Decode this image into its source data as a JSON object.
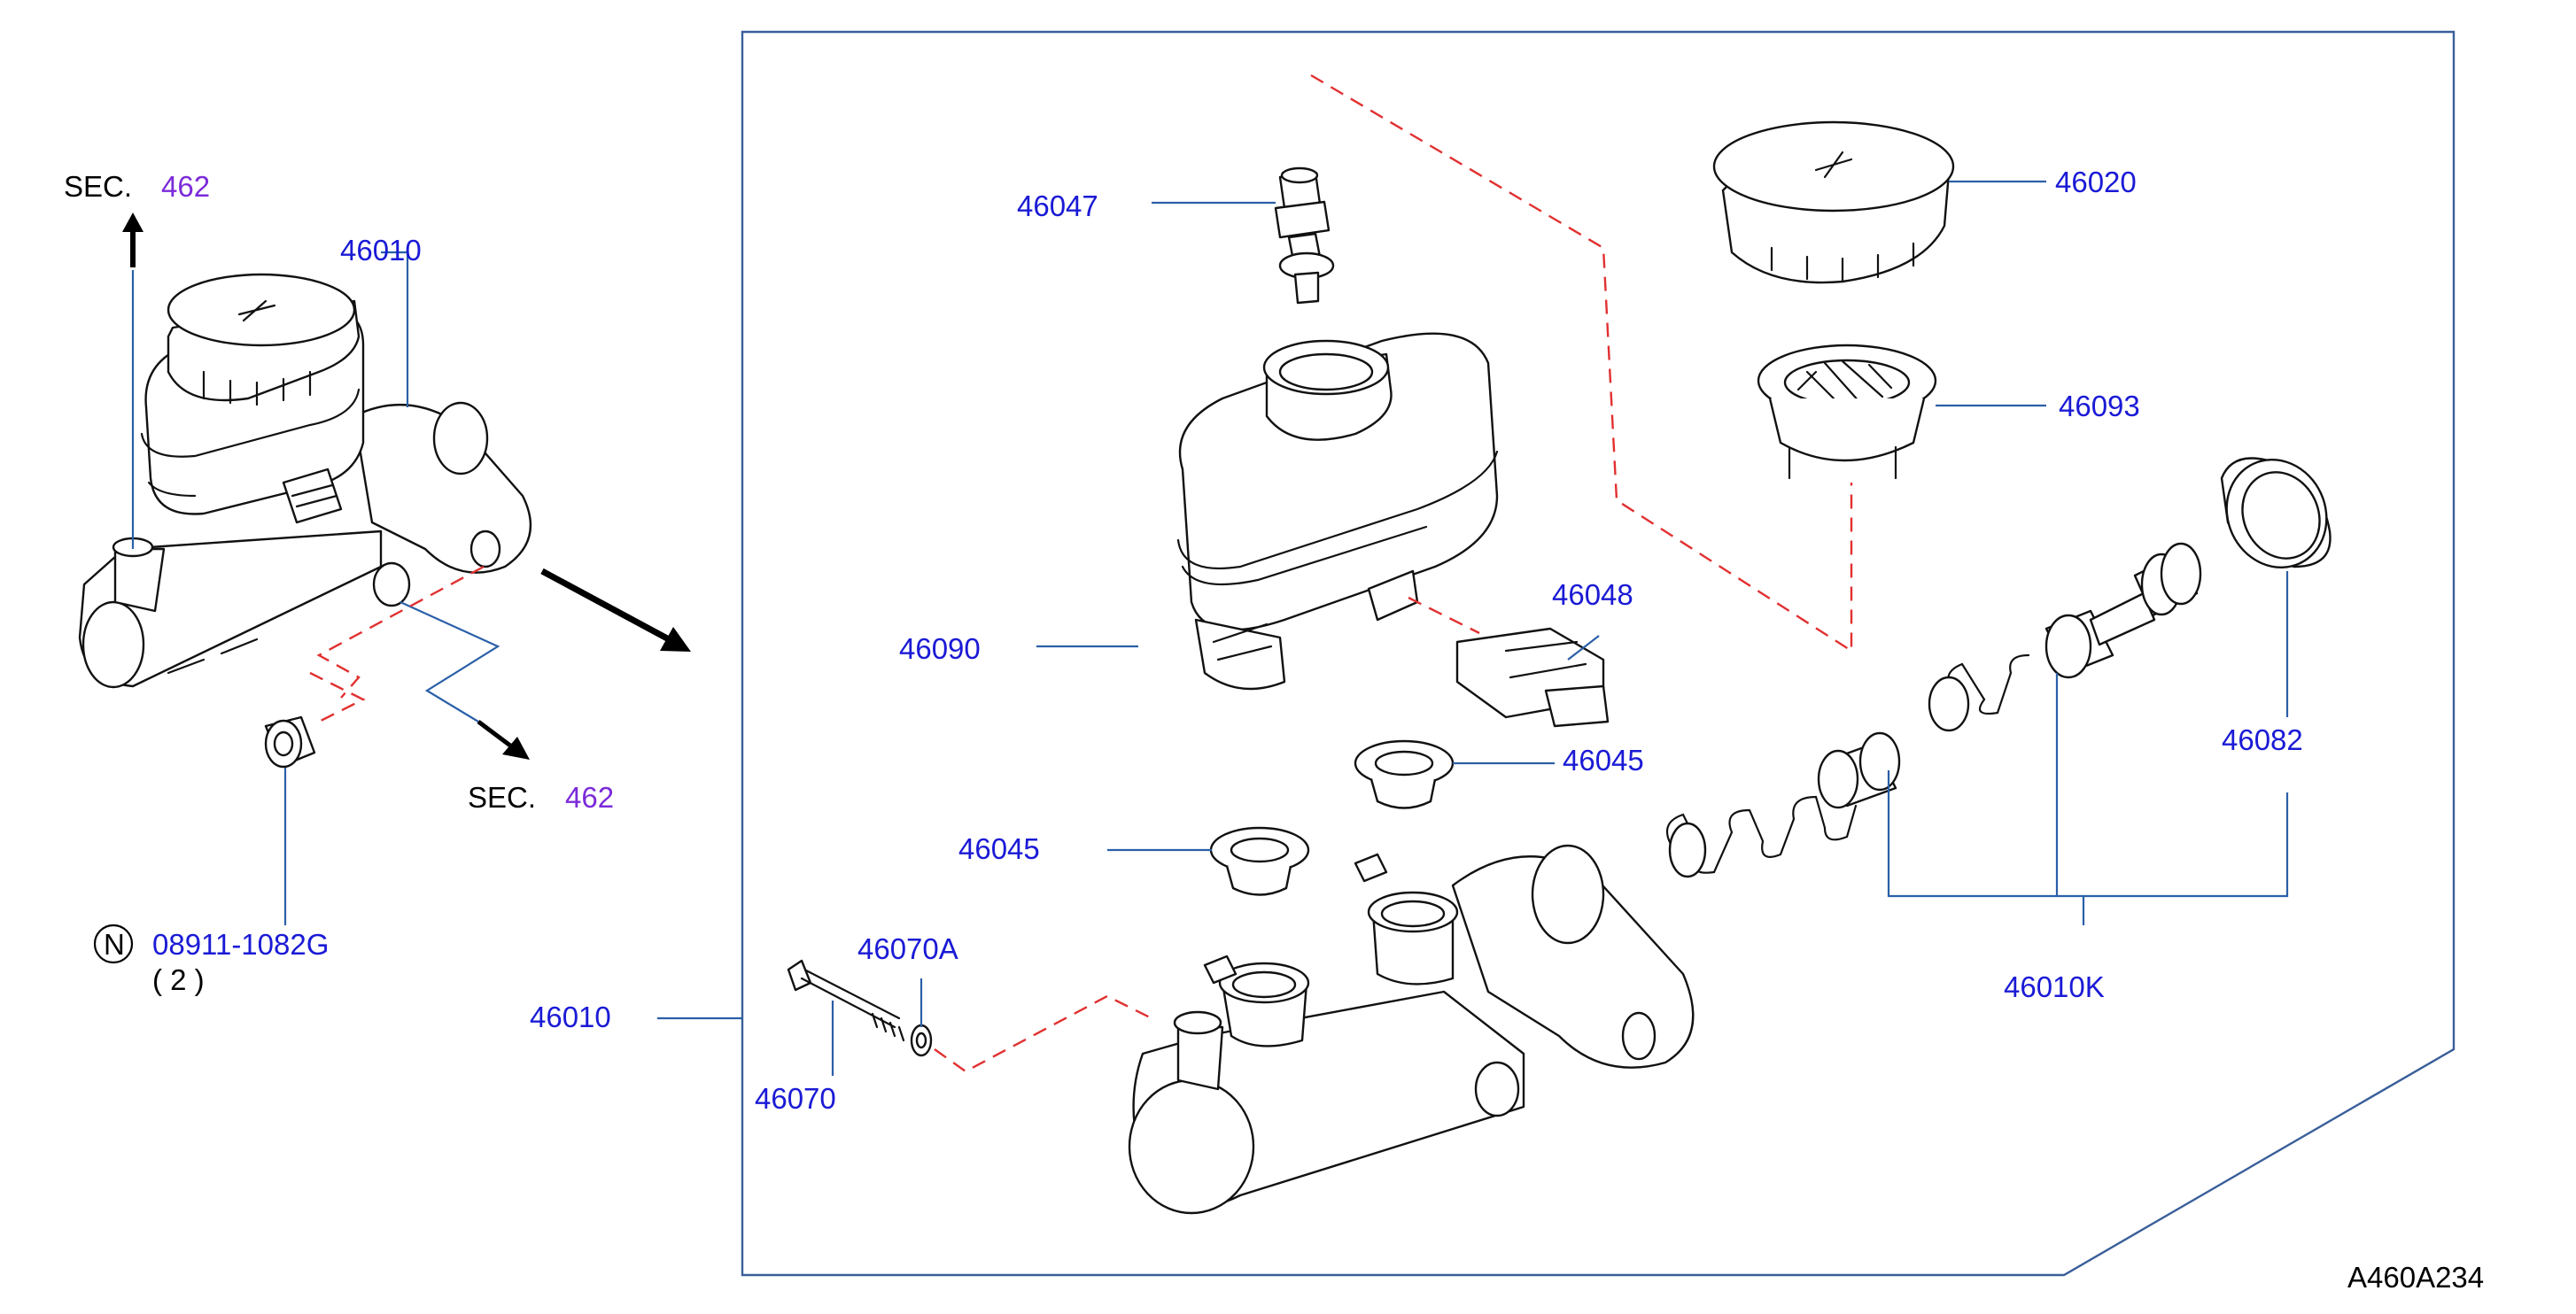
{
  "diagram": {
    "sec_prefix": "SEC.",
    "sec_top_number": "462",
    "sec_bottom_number": "462",
    "nut_symbol": "N",
    "part_numbers": {
      "p46010_top": "46010",
      "p46010_left": "46010",
      "p46047": "46047",
      "p46020": "46020",
      "p46093": "46093",
      "p46048": "46048",
      "p46090": "46090",
      "p46045_right": "46045",
      "p46045_left": "46045",
      "p46082": "46082",
      "p46010K": "46010K",
      "p46070A": "46070A",
      "p46070": "46070",
      "p08911": "08911-1082G",
      "qty": "( 2 )"
    },
    "figure_code": "A460A234"
  }
}
